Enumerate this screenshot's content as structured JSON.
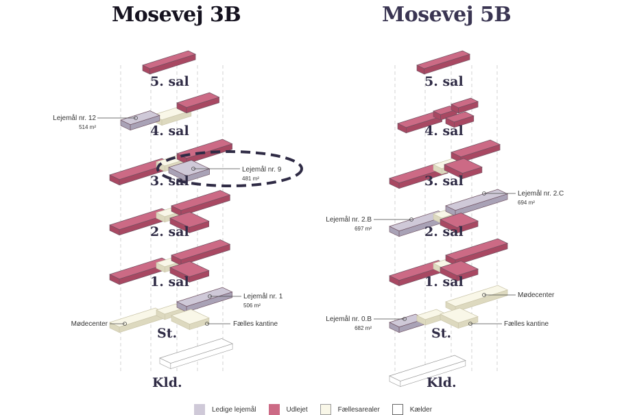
{
  "titles": {
    "left": "Mosevej 3B",
    "right": "Mosevej 5B"
  },
  "floors": [
    "5. sal",
    "4. sal",
    "3. sal",
    "2. sal",
    "1. sal",
    "St.",
    "Kld."
  ],
  "callouts_left": [
    {
      "label": "Lejemål nr. 12",
      "area": "514 m²"
    },
    {
      "label": "Lejemål nr. 9",
      "area": "481 m²"
    },
    {
      "label": "Lejemål nr. 1",
      "area": "506 m²"
    },
    {
      "label": "Mødecenter"
    },
    {
      "label": "Fælles kantine"
    }
  ],
  "callouts_right": [
    {
      "label": "Lejemål nr. 2.C",
      "area": "694 m²"
    },
    {
      "label": "Lejemål nr. 2.B",
      "area": "697 m²"
    },
    {
      "label": "Mødecenter"
    },
    {
      "label": "Lejemål nr. 0.B",
      "area": "682 m²"
    },
    {
      "label": "Fælles kantine"
    }
  ],
  "legend": [
    {
      "label": "Ledige lejemål",
      "color": "#cfc9d8"
    },
    {
      "label": "Udlejet",
      "color": "#cc6a85"
    },
    {
      "label": "Fællesarealer",
      "color": "#f9f7e8"
    },
    {
      "label": "Kælder",
      "color": "#ffffff"
    }
  ],
  "colors": {
    "pink": "#cc6a85",
    "pinkSide": "#a84862",
    "lilac": "#cfc9d8",
    "lilacSide": "#a9a2b6",
    "cream": "#f9f7e8",
    "creamSide": "#ddd9bf",
    "white": "#ffffff",
    "whiteSide": "#ffffff",
    "ink": "#2f2b45"
  }
}
